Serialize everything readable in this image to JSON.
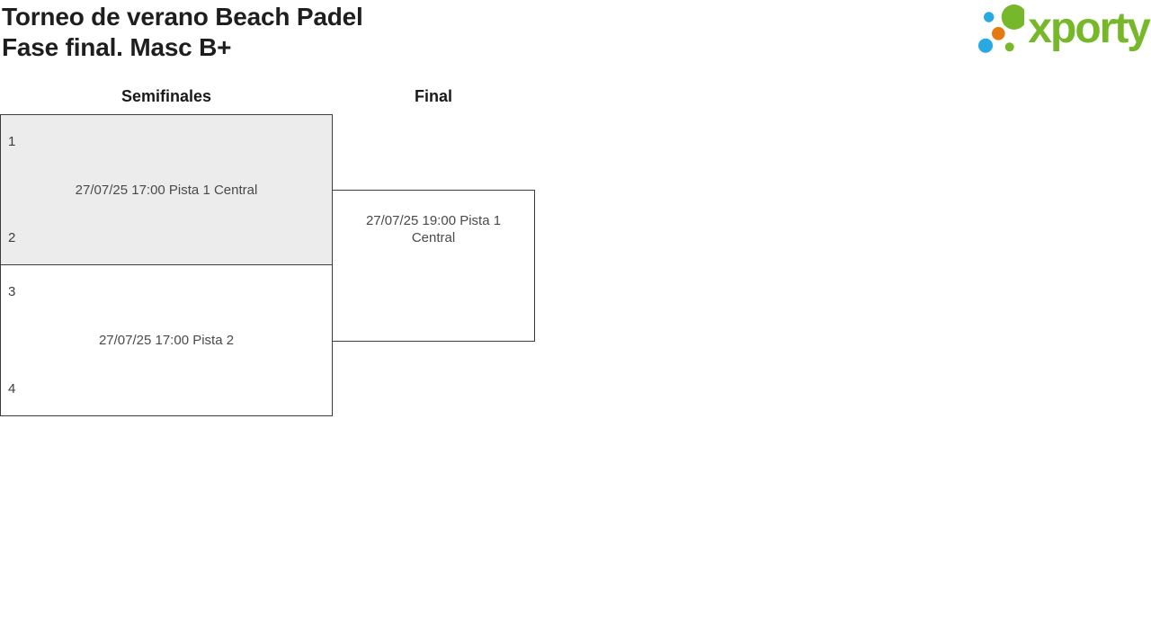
{
  "header": {
    "title_line1": "Torneo de verano Beach Padel",
    "title_line2": "Fase final. Masc B+"
  },
  "logo": {
    "wordmark": "xporty",
    "colors": {
      "green": "#76b82a",
      "blue": "#29a9e1",
      "orange": "#e5790f"
    }
  },
  "bracket": {
    "rounds": [
      {
        "label": "Semifinales"
      },
      {
        "label": "Final"
      }
    ],
    "matches": [
      {
        "id": "semifinal-1",
        "round": "Semifinales",
        "slot_top": "1",
        "slot_bottom": "2",
        "schedule": "27/07/25 17:00 Pista 1 Central",
        "highlighted": true,
        "highlight_color": "#ececec"
      },
      {
        "id": "semifinal-2",
        "round": "Semifinales",
        "slot_top": "3",
        "slot_bottom": "4",
        "schedule": "27/07/25 17:00 Pista 2",
        "highlighted": false
      },
      {
        "id": "final",
        "round": "Final",
        "schedule": "27/07/25 19:00 Pista 1 Central",
        "highlighted": false
      }
    ],
    "border_color": "#3c3c3c"
  }
}
